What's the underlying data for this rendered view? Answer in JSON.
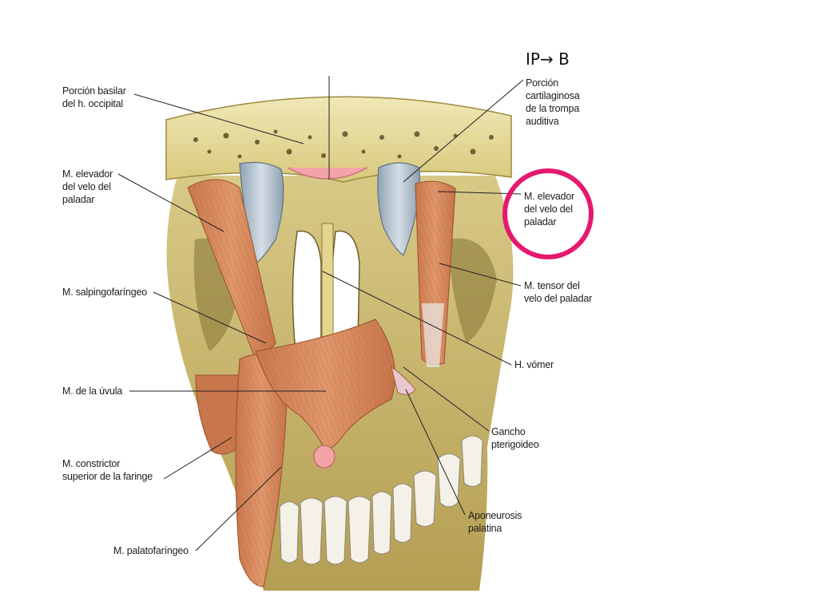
{
  "slide": {
    "heading": "IP→ B",
    "highlight_color": "#e5196f"
  },
  "labels": {
    "porcion_basilar": "Porción basilar\ndel h. occipital",
    "elevador_left": "M. elevador\ndel velo del\npaladar",
    "salpingofaringeo": "M. salpingofaríngeo",
    "uvula": "M. de la úvula",
    "constrictor": "M. constrictor\nsuperior de la faringe",
    "palatofaringeo": "M. palatofaríngeo",
    "porcion_cartilaginosa": "Porción\ncartilaginosa\nde la trompa\nauditiva",
    "elevador_right": "M. elevador\ndel velo del\npaladar",
    "tensor": "M. tensor del\nvelo del paladar",
    "vomer": "H. vómer",
    "gancho": "Gancho\npterigoideo",
    "aponeurosis": "Aponeurosis\npalatina"
  },
  "colors": {
    "bone": "#e9dfa1",
    "bone_dark": "#b3a04a",
    "muscle": "#d68a5f",
    "muscle_dark": "#b8653d",
    "cartilage": "#b9c7d3",
    "tooth": "#f4f1e8",
    "mucosa": "#f2a4a9"
  }
}
